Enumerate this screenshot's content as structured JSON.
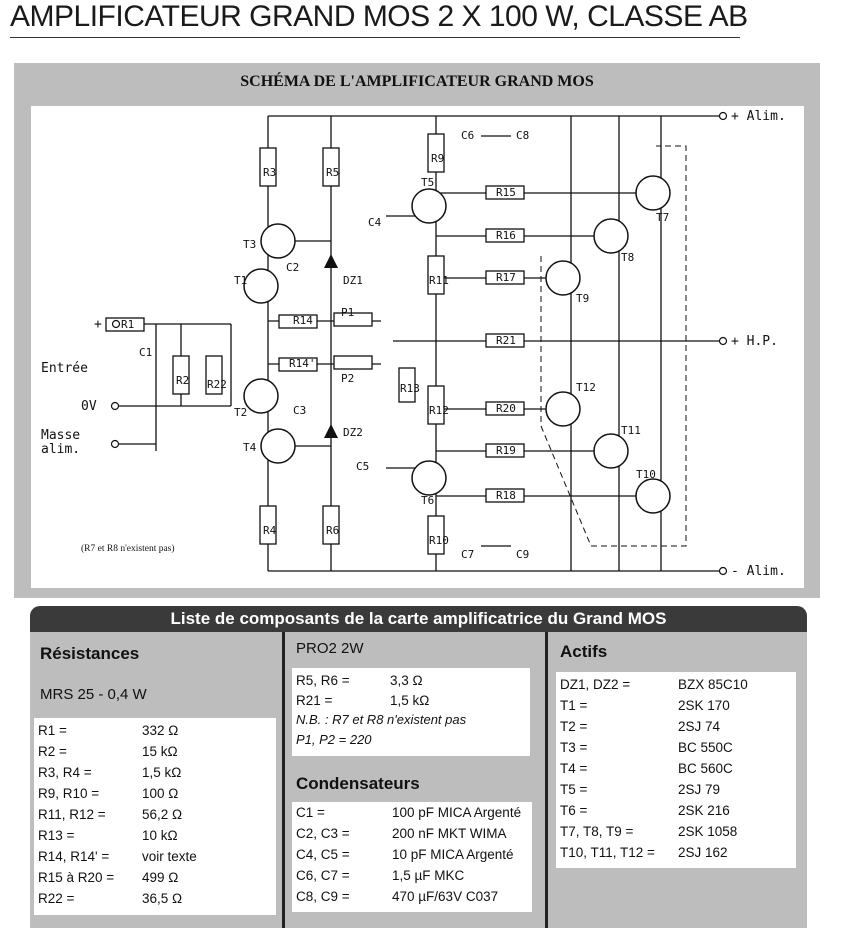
{
  "page_title": "AMPLIFICATEUR GRAND MOS 2 X 100 W, CLASSE AB",
  "schema": {
    "title": "SCHÉMA DE L'AMPLIFICATEUR GRAND MOS",
    "note": "(R7 et R8 n'existent pas)",
    "labels": {
      "alim_plus": "+ Alim.",
      "alim_minus": "- Alim.",
      "hp": "+ H.P.",
      "entree_plus": "+",
      "entree": "Entrée",
      "ov": "0V",
      "masse1": "Masse",
      "masse2": "alim.",
      "R1": "R1",
      "R2": "R2",
      "R3": "R3",
      "R4": "R4",
      "R5": "R5",
      "R6": "R6",
      "R9": "R9",
      "R10": "R10",
      "R11": "R11",
      "R12": "R12",
      "R13": "R13",
      "R14": "R14",
      "R14p": "R14'",
      "R15": "R15",
      "R16": "R16",
      "R17": "R17",
      "R18": "R18",
      "R19": "R19",
      "R20": "R20",
      "R21": "R21",
      "R22": "R22",
      "C1": "C1",
      "C2": "C2",
      "C3": "C3",
      "C4": "C4",
      "C5": "C5",
      "C6": "C6",
      "C7": "C7",
      "C8": "C8",
      "C9": "C9",
      "P1": "P1",
      "P2": "P2",
      "DZ1": "DZ1",
      "DZ2": "DZ2",
      "T1": "T1",
      "T2": "T2",
      "T3": "T3",
      "T4": "T4",
      "T5": "T5",
      "T6": "T6",
      "T7": "T7",
      "T8": "T8",
      "T9": "T9",
      "T10": "T10",
      "T11": "T11",
      "T12": "T12"
    }
  },
  "components": {
    "title": "Liste de composants de la carte amplificatrice du Grand MOS",
    "resistances": {
      "heading": "Résistances",
      "subheading": "MRS 25 - 0,4 W",
      "rows": [
        {
          "k": "R1 =",
          "v": "332 Ω"
        },
        {
          "k": "R2 =",
          "v": "15 kΩ"
        },
        {
          "k": "R3, R4 =",
          "v": "1,5 kΩ"
        },
        {
          "k": "R9, R10 =",
          "v": "100 Ω"
        },
        {
          "k": "R11, R12 =",
          "v": "56,2 Ω"
        },
        {
          "k": "R13 =",
          "v": "10 kΩ"
        },
        {
          "k": "R14, R14' =",
          "v": "voir texte"
        },
        {
          "k": "R15 à R20 =",
          "v": "499 Ω"
        },
        {
          "k": "R22 =",
          "v": "36,5 Ω"
        }
      ]
    },
    "pro": {
      "heading": "PRO2 2W",
      "rows": [
        {
          "k": "R5, R6 =",
          "v": "3,3 Ω"
        },
        {
          "k": "R21 =",
          "v": "1,5 kΩ"
        }
      ],
      "note1": "N.B. : R7 et R8 n'existent pas",
      "note2": "P1, P2 = 220"
    },
    "condensateurs": {
      "heading": "Condensateurs",
      "rows": [
        {
          "k": "C1 =",
          "v": "100 pF MICA Argenté"
        },
        {
          "k": "C2, C3 =",
          "v": "200 nF MKT WIMA"
        },
        {
          "k": "C4, C5 =",
          "v": "10 pF MICA Argenté"
        },
        {
          "k": "C6, C7 =",
          "v": "1,5 µF MKC"
        },
        {
          "k": "C8, C9 =",
          "v": "470 µF/63V C037"
        }
      ]
    },
    "actifs": {
      "heading": "Actifs",
      "rows": [
        {
          "k": "DZ1, DZ2 =",
          "v": "BZX 85C10"
        },
        {
          "k": "T1 =",
          "v": "2SK 170"
        },
        {
          "k": "T2 =",
          "v": "2SJ 74"
        },
        {
          "k": "T3 =",
          "v": "BC 550C"
        },
        {
          "k": "T4 =",
          "v": "BC 560C"
        },
        {
          "k": "T5 =",
          "v": "2SJ 79"
        },
        {
          "k": "T6 =",
          "v": "2SK 216"
        },
        {
          "k": "T7, T8, T9 =",
          "v": "2SK 1058"
        },
        {
          "k": "T10, T11, T12 =",
          "v": "2SJ 162"
        }
      ]
    }
  }
}
